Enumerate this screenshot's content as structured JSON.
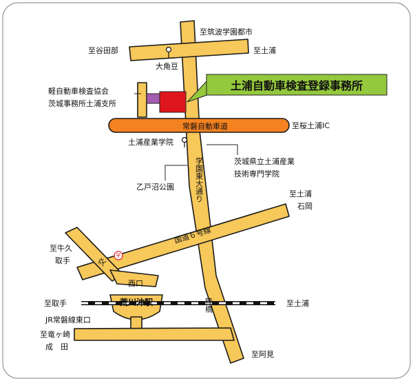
{
  "title_callout": "土浦自動車検査登録事務所",
  "colors": {
    "road": "#f7c85a",
    "expressway": "#f58220",
    "office": "#e0161e",
    "association": "#a35db0",
    "callout_bg": "#94c83d",
    "text": "#111111"
  },
  "labels": {
    "to_tsukuba": "至筑波学園都市",
    "to_yatabe": "至谷田部",
    "to_tsuchiura_north": "至土浦",
    "okaku": "大角豆",
    "kei_assoc_line1": "軽自動車検査協会",
    "kei_assoc_line2": "茨城事務所土浦支所",
    "expressway": "常磐自動車道",
    "to_sakura_ic": "至桜土浦IC",
    "sangyo_gakuin": "土浦産業学院",
    "gakuen_avenue": "学園東大通り",
    "prefectural_school_line1": "茨城県立土浦産業",
    "prefectural_school_line2": "技術専門学院",
    "otonuma_park": "乙戸沼公園",
    "to_tsuchiura_ishioka_line1": "至土浦",
    "to_tsuchiura_ishioka_line2": "石岡",
    "route6": "国道６号線",
    "to_ushiku_line1": "至牛久",
    "to_ushiku_line2": "取手",
    "koban": "交",
    "nishiguchi": "西口",
    "station": "荒川沖駅",
    "to_toride": "至取手",
    "to_tsuchiura_rail": "至土浦",
    "jr_joban_east": "JR常磐線東口",
    "rikkyo": "陸橋",
    "to_ryugasaki_line1": "至竜ヶ崎",
    "to_ryugasaki_line2": "成　田",
    "to_ami": "至阿見"
  },
  "icons": {
    "okaku_marker": "map-pin-icon",
    "sangyo_marker": "map-pin-icon",
    "post_office": "post-office-icon"
  }
}
